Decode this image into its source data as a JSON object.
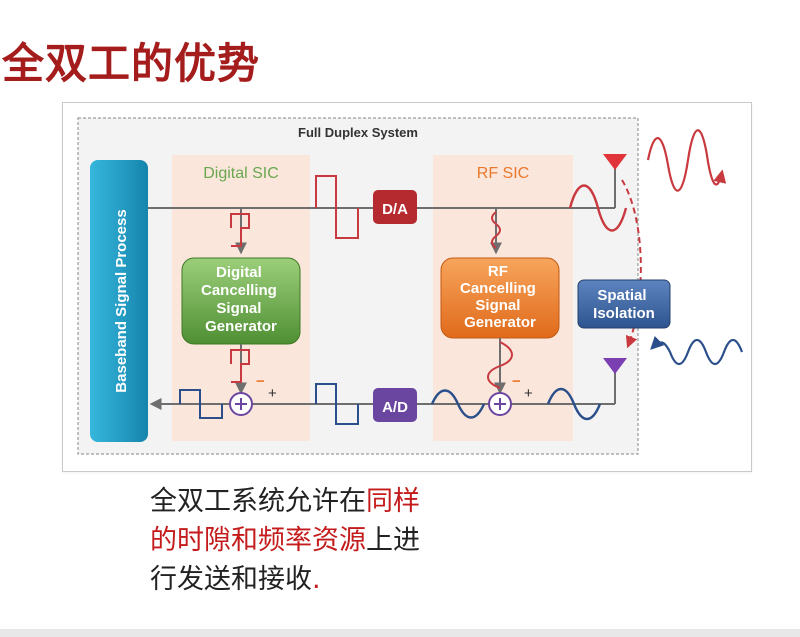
{
  "slide": {
    "title": "全双工的优势"
  },
  "diagram": {
    "system_title": "Full Duplex System",
    "baseband_label": "Baseband Signal Process",
    "digital_sic_label": "Digital  SIC",
    "rf_sic_label": "RF  SIC",
    "da_label": "D/A",
    "ad_label": "A/D",
    "digital_gen_lines": [
      "Digital",
      "Cancelling",
      "Signal",
      "Generator"
    ],
    "rf_gen_lines": [
      "RF",
      "Cancelling",
      "Signal",
      "Generator"
    ],
    "spatial_lines": [
      "Spatial",
      "Isolation"
    ],
    "plus_sign": "+",
    "minus_sign": "−",
    "colors": {
      "baseband": "#1d9cc4",
      "da_ad": "#b52a2f",
      "ad": "#6b46a0",
      "digital_gen": "#6aa84f",
      "rf_gen": "#e8782b",
      "spatial": "#365f9c",
      "sic_bg": "#fbe6dc",
      "signal_red": "#c83a3f",
      "signal_blue": "#2b4f8a"
    }
  },
  "caption": {
    "line1_a": "全双工系统允许在",
    "line1_b": "同样",
    "line2_a": "的时隙和频率资源",
    "line2_b": "上进",
    "line3_a": "行发送和接收",
    "line3_b": "."
  }
}
